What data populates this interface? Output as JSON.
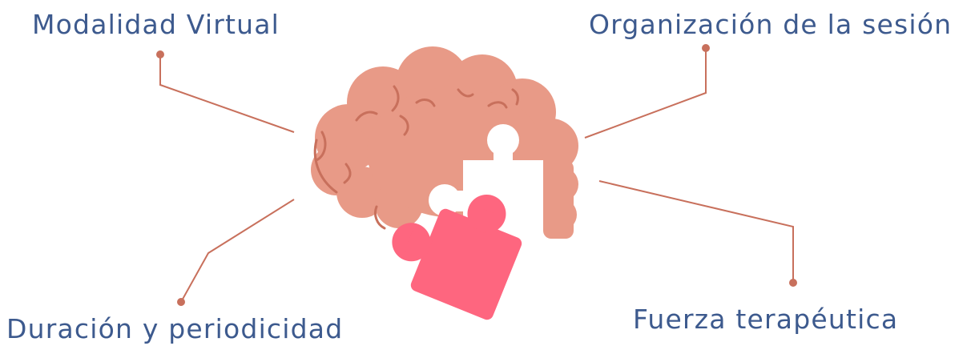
{
  "labels": {
    "top_left": "Modalidad Virtual",
    "top_right": "Organización de la sesión",
    "bottom_left": "Duración y periodicidad",
    "bottom_right": "Fuerza terapéutica"
  },
  "colors": {
    "label_text": "#3d5a8e",
    "connector": "#c8705c",
    "brain_fill": "#e89a87",
    "brain_fold": "#c8705c",
    "puzzle_white": "#ffffff",
    "puzzle_pink": "#fe667f"
  },
  "icons": {
    "central": "brain-with-puzzle-icon"
  }
}
